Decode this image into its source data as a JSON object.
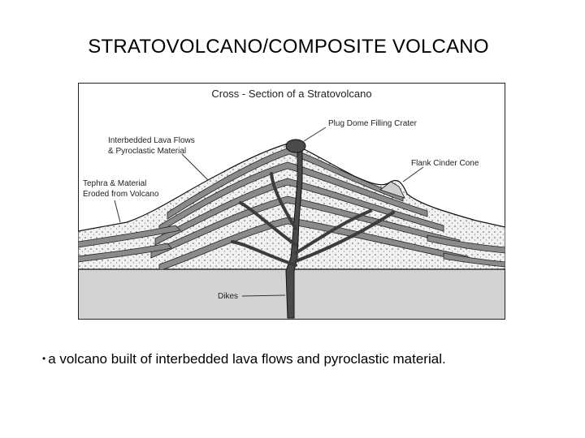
{
  "slide": {
    "title": "STRATOVOLCANO/COMPOSITE VOLCANO",
    "bullet": "a volcano built of interbedded lava flows and pyroclastic material."
  },
  "diagram": {
    "title": "Cross - Section of a Stratovolcano",
    "labels": {
      "plug_dome": "Plug Dome Filling Crater",
      "interbedded_line1": "Interbedded Lava Flows",
      "interbedded_line2": "& Pyroclastic Material",
      "flank_cone": "Flank Cinder Cone",
      "tephra_line1": "Tephra & Material",
      "tephra_line2": "Eroded from Volcano",
      "dikes": "Dikes"
    },
    "colors": {
      "ground": "#d3d3d3",
      "lava_layer": "#8a8a8a",
      "pyroclastic": "#e6e6e6",
      "magma": "#4a4a4a",
      "outline": "#111111"
    }
  }
}
